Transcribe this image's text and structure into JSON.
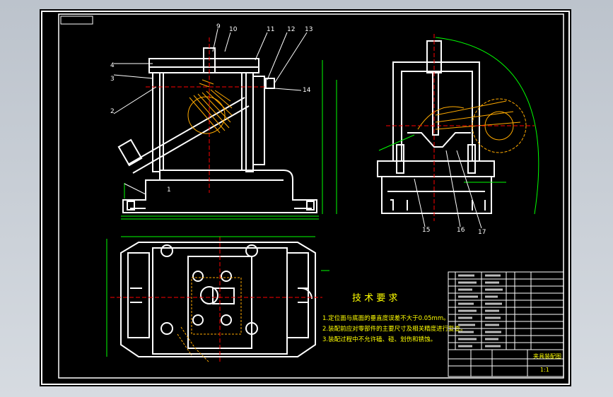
{
  "drawing": {
    "balloons": [
      "1",
      "2",
      "3",
      "4",
      "9",
      "10",
      "11",
      "12",
      "13",
      "14",
      "15",
      "16",
      "17"
    ],
    "tech_title": "技 术 要 求",
    "tech_notes": [
      "1.定位面与底面的垂直度误差不大于0.05mm。",
      "2.装配前应对零部件的主要尺寸及相关精度进行复查。",
      "3.装配过程中不允许磕、碰、划伤和锈蚀。"
    ],
    "title_block": {
      "name": "夹具装配图",
      "scale": "1:1"
    },
    "colors": {
      "background": "#000000",
      "outline": "#ffffff",
      "dimension": "#00ff00",
      "hatch": "#ffaa00",
      "centerline": "#ff0000",
      "note_text": "#ffff00",
      "leader": "#00ffff"
    }
  }
}
